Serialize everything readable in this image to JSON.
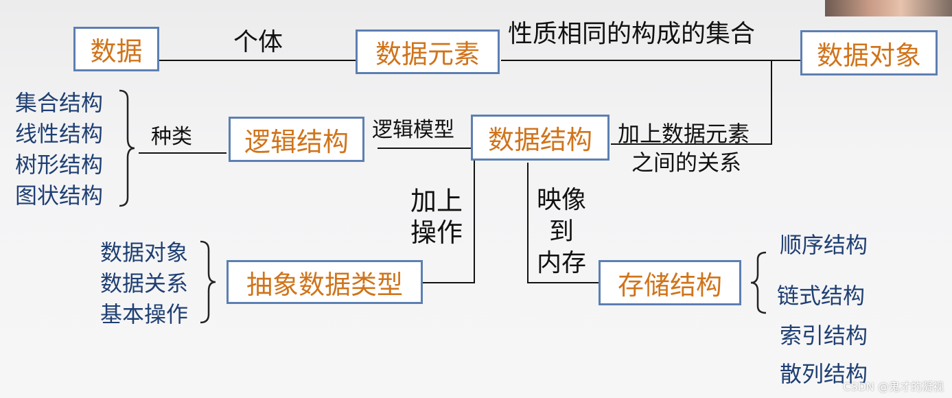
{
  "nodes": {
    "data": "数据",
    "data_element": "数据元素",
    "data_object": "数据对象",
    "logical_structure": "逻辑结构",
    "data_structure": "数据结构",
    "adt": "抽象数据类型",
    "storage_structure": "存储结构"
  },
  "edges": {
    "individual": "个体",
    "same_nature": "性质相同的构成的集合",
    "kinds": "种类",
    "logical_model": "逻辑模型",
    "add_relations_1": "加上数据元素",
    "add_relations_2": "之间的关系",
    "add_ops_1": "加上",
    "add_ops_2": "操作",
    "map_1": "映像",
    "map_2": "到",
    "map_3": "内存"
  },
  "logical_kinds": [
    "集合结构",
    "线性结构",
    "树形结构",
    "图状结构"
  ],
  "adt_parts": [
    "数据对象",
    "数据关系",
    "基本操作"
  ],
  "storage_kinds": [
    "顺序结构",
    "链式结构",
    "索引结构",
    "散列结构"
  ],
  "watermark": "CSDN @鬼才的凝视"
}
